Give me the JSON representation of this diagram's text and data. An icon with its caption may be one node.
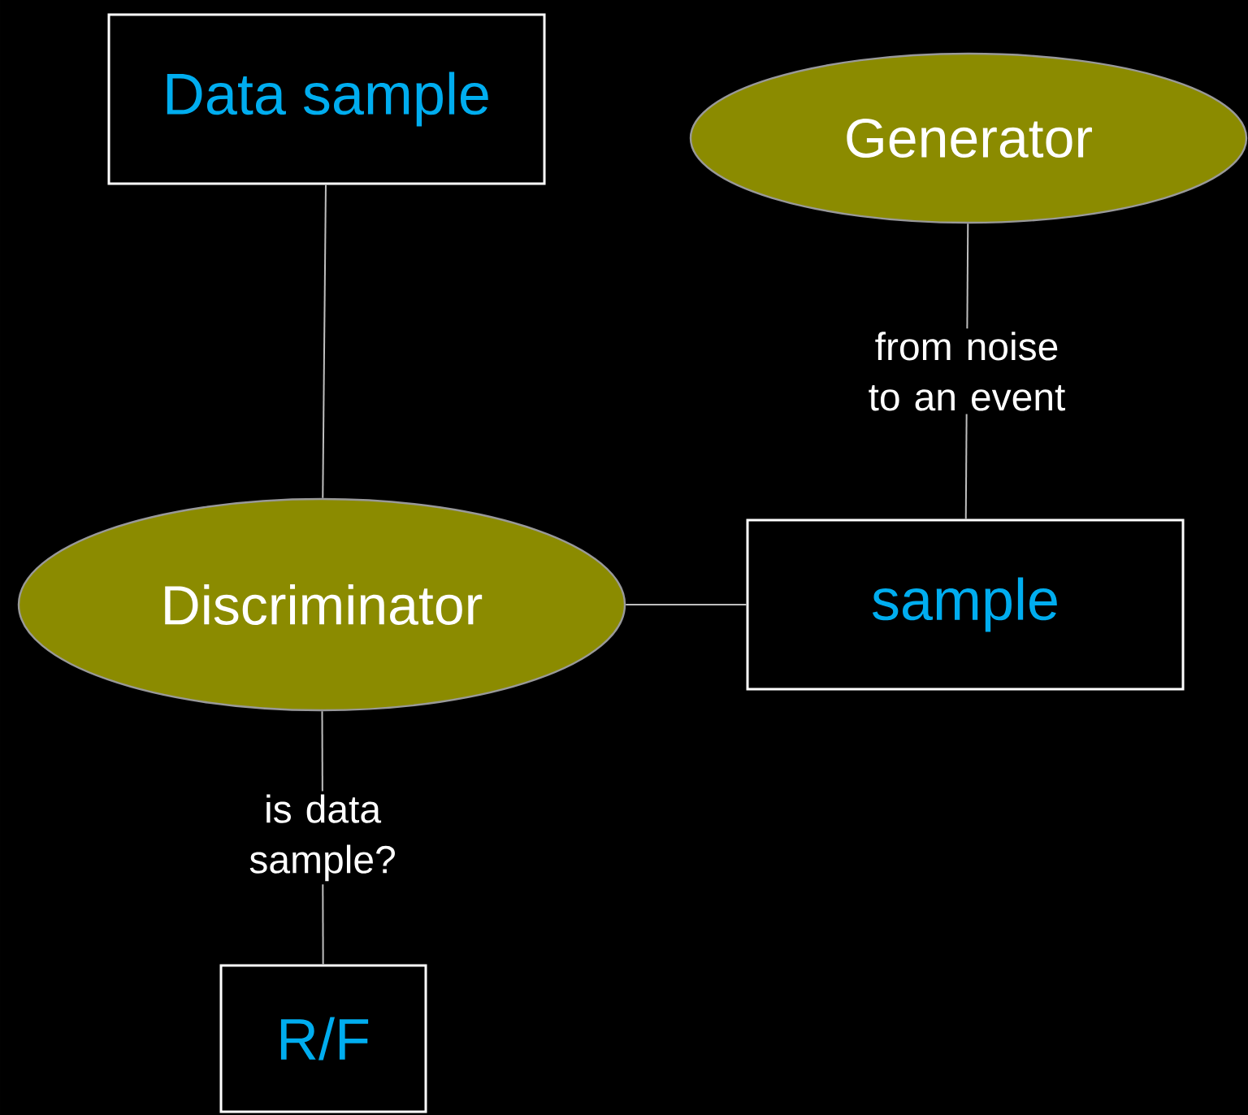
{
  "diagram": {
    "nodes": [
      {
        "text": [
          "Data sample"
        ]
      },
      {
        "text": [
          "Generator"
        ]
      },
      {
        "text": [
          "Discriminator"
        ]
      },
      {
        "text": [
          "sample"
        ]
      },
      {
        "text": [
          "R/F"
        ]
      }
    ],
    "edges": [
      {
        "from": 0,
        "to": 2,
        "arrow": "none"
      },
      {
        "from": 1,
        "to": 3,
        "arrow": "none",
        "label": "from noise to an event"
      },
      {
        "from": 2,
        "to": 3,
        "arrow": "none"
      },
      {
        "from": 2,
        "to": 4,
        "arrow": "none",
        "label": "is data sample?"
      }
    ]
  }
}
